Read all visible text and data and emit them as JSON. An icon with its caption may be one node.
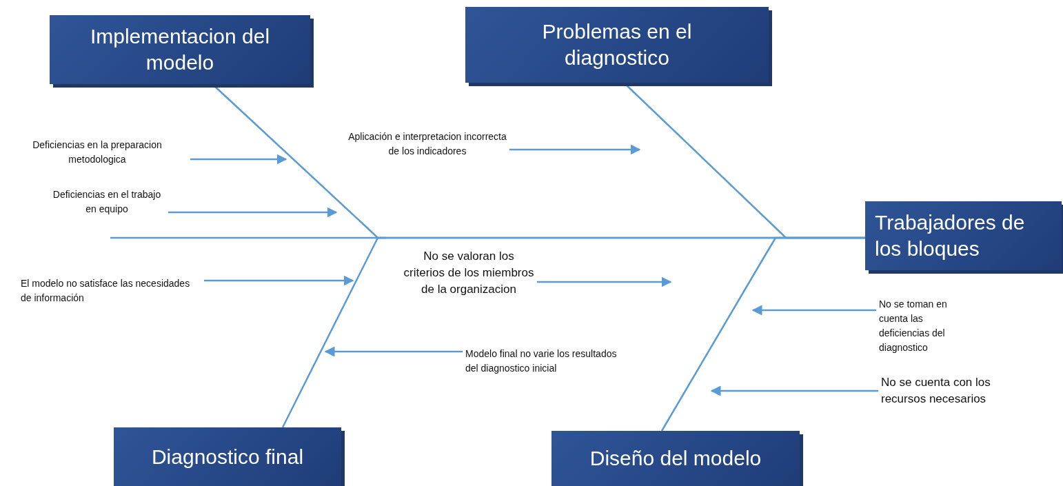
{
  "diagram": {
    "nodes": [
      {
        "text": [
          "Implementacion del modelo"
        ]
      },
      {
        "text": [
          "Problemas en el diagnostico"
        ]
      },
      {
        "text": [
          "Trabajadores de los bloques"
        ]
      },
      {
        "text": [
          "Diagnostico final"
        ]
      },
      {
        "text": [
          "Diseño del modelo"
        ]
      },
      {
        "text": [
          "Deficiencias en la preparacion metodologica"
        ]
      },
      {
        "text": [
          "Deficiencias en el trabajo en equipo"
        ]
      },
      {
        "text": [
          "Aplicación e interpretacion incorrecta de los indicadores"
        ]
      },
      {
        "text": [
          "El modelo no satisface las necesidades de información"
        ]
      },
      {
        "text": [
          "No se valoran los criterios de los miembros de la organizacion"
        ]
      },
      {
        "text": [
          "Modelo final no varie los resultados del diagnostico inicial"
        ]
      },
      {
        "text": [
          "No se toman en cuenta las deficiencias del diagnostico"
        ]
      },
      {
        "text": [
          "No se cuenta con los recursos necesarios"
        ]
      }
    ],
    "edges": [
      {
        "from": 0,
        "to": 2,
        "arrow": "none"
      },
      {
        "from": 1,
        "to": 2,
        "arrow": "none"
      },
      {
        "from": 3,
        "to": 2,
        "arrow": "none"
      },
      {
        "from": 4,
        "to": 2,
        "arrow": "none"
      },
      {
        "from": 5,
        "to": null,
        "arrow": "to"
      },
      {
        "from": 6,
        "to": null,
        "arrow": "to"
      },
      {
        "from": 7,
        "to": null,
        "arrow": "to"
      },
      {
        "from": 8,
        "to": null,
        "arrow": "to"
      },
      {
        "from": 9,
        "to": null,
        "arrow": "to"
      },
      {
        "from": 10,
        "to": null,
        "arrow": "to"
      },
      {
        "from": 11,
        "to": null,
        "arrow": "to"
      },
      {
        "from": 12,
        "to": null,
        "arrow": "to"
      }
    ]
  }
}
